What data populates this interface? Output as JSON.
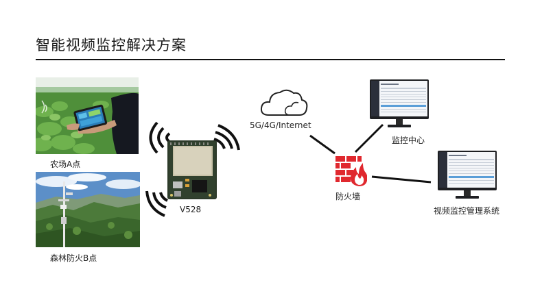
{
  "title": "智能视频监控解决方案",
  "sites": {
    "farm_label": "农场A点",
    "forest_label": "森林防火B点"
  },
  "device_label": "V528",
  "network_label": "5G/4G/Internet",
  "firewall_label": "防火墙",
  "monitor_center_label": "监控中心",
  "vms_label": "视频监控管理系统",
  "colors": {
    "firewall_red": "#e0282e",
    "line": "#111111"
  }
}
